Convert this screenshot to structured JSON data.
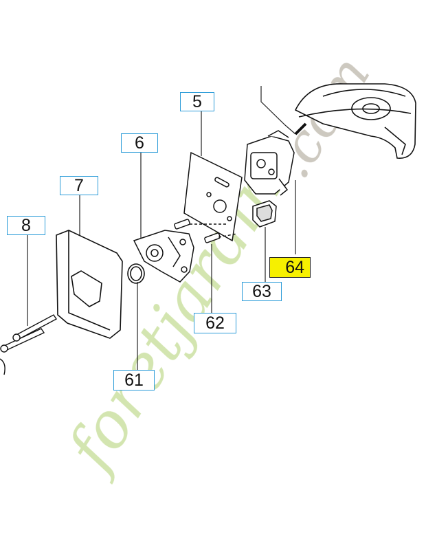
{
  "diagram": {
    "callouts": [
      {
        "id": "5",
        "label": "5"
      },
      {
        "id": "6",
        "label": "6"
      },
      {
        "id": "7",
        "label": "7"
      },
      {
        "id": "8",
        "label": "8"
      },
      {
        "id": "61",
        "label": "61"
      },
      {
        "id": "62",
        "label": "62"
      },
      {
        "id": "63",
        "label": "63"
      },
      {
        "id": "64",
        "label": "64",
        "highlighted": true
      }
    ],
    "highlight_color": "#f6f000",
    "callout_border_color": "#2a9bd8"
  },
  "watermark": {
    "brand": "foretjardin",
    "domain": ".com",
    "colors": [
      "#c8e0a0",
      "#f3c9a0",
      "#c4c0b8"
    ]
  }
}
